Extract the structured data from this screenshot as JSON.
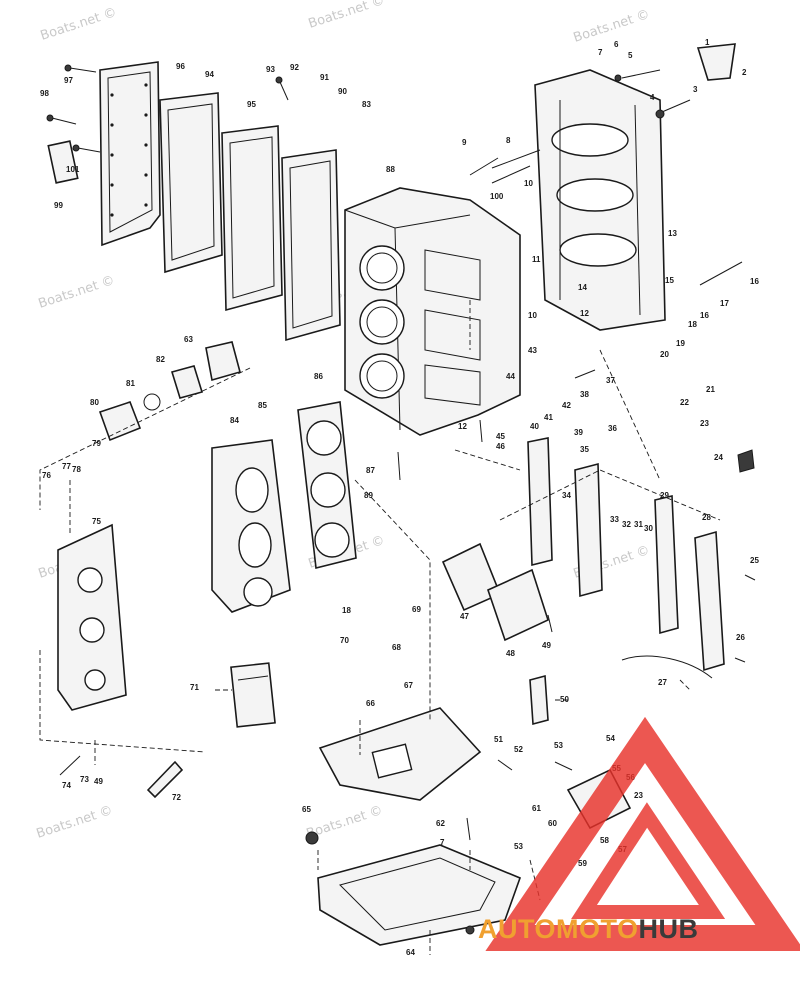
{
  "watermark": {
    "text": "Boats.net ©"
  },
  "brand": {
    "name_part1": "AUTOMOTO",
    "name_part2": "HUB",
    "color_primary": "#e8322b",
    "color_secondary": "#f0a030",
    "color_dark": "#3a3a3a"
  },
  "callouts": [
    "1",
    "2",
    "3",
    "4",
    "5",
    "6",
    "7",
    "8",
    "9",
    "10",
    "11",
    "12",
    "13",
    "14",
    "15",
    "16",
    "17",
    "18",
    "19",
    "20",
    "21",
    "22",
    "23",
    "24",
    "25",
    "26",
    "27",
    "28",
    "29",
    "30",
    "31",
    "32",
    "33",
    "34",
    "35",
    "36",
    "37",
    "38",
    "39",
    "40",
    "41",
    "42",
    "43",
    "44",
    "45",
    "46",
    "47",
    "48",
    "49",
    "50",
    "51",
    "52",
    "53",
    "54",
    "55",
    "56",
    "57",
    "58",
    "59",
    "60",
    "61",
    "62",
    "63",
    "64",
    "65",
    "66",
    "67",
    "68",
    "69",
    "70",
    "71",
    "72",
    "73",
    "74",
    "75",
    "76",
    "77",
    "78",
    "79",
    "80",
    "81",
    "82",
    "83",
    "84",
    "85",
    "86",
    "87",
    "88",
    "89",
    "90",
    "91",
    "92",
    "93",
    "94",
    "95",
    "96",
    "97",
    "98",
    "99",
    "100",
    "101"
  ]
}
